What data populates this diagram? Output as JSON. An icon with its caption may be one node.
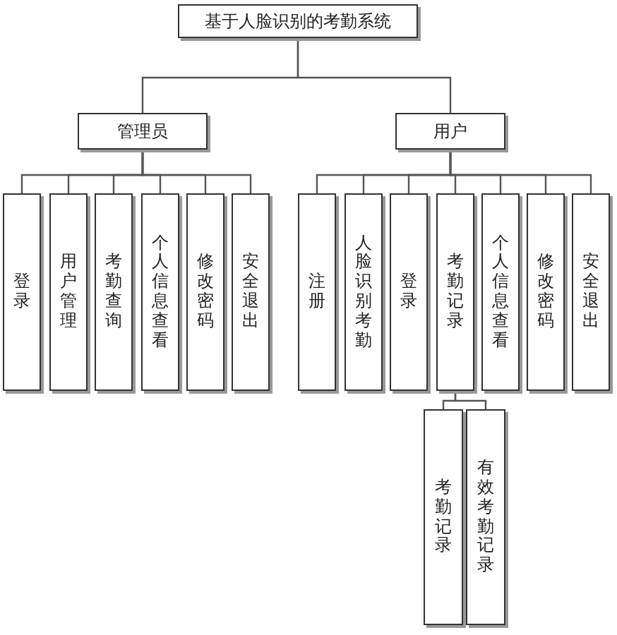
{
  "diagram": {
    "nodes": [
      {
        "text": [
          "基于人脸识别的考勤系统"
        ]
      },
      {
        "text": [
          "管理员"
        ]
      },
      {
        "text": [
          "登录"
        ]
      },
      {
        "text": [
          "用户管理"
        ]
      },
      {
        "text": [
          "考勤查询"
        ]
      },
      {
        "text": [
          "个人信息查看"
        ]
      },
      {
        "text": [
          "修改密码"
        ]
      },
      {
        "text": [
          "安全退出"
        ]
      },
      {
        "text": [
          "用户"
        ]
      },
      {
        "text": [
          "注册"
        ]
      },
      {
        "text": [
          "人脸识别考勤"
        ]
      },
      {
        "text": [
          "登录"
        ]
      },
      {
        "text": [
          "考勤记录"
        ]
      },
      {
        "text": [
          "个人信息查看"
        ]
      },
      {
        "text": [
          "修改密码"
        ]
      },
      {
        "text": [
          "安全退出"
        ]
      },
      {
        "text": [
          "考勤记录"
        ]
      },
      {
        "text": [
          "有效考勤记录"
        ]
      }
    ],
    "edges": [
      {
        "from": 0,
        "to": 1,
        "arrow": "none"
      },
      {
        "from": 0,
        "to": 8,
        "arrow": "none"
      },
      {
        "from": 1,
        "to": 2,
        "arrow": "none"
      },
      {
        "from": 1,
        "to": 3,
        "arrow": "none"
      },
      {
        "from": 1,
        "to": 4,
        "arrow": "none"
      },
      {
        "from": 1,
        "to": 5,
        "arrow": "none"
      },
      {
        "from": 1,
        "to": 6,
        "arrow": "none"
      },
      {
        "from": 1,
        "to": 7,
        "arrow": "none"
      },
      {
        "from": 8,
        "to": 9,
        "arrow": "none"
      },
      {
        "from": 8,
        "to": 10,
        "arrow": "none"
      },
      {
        "from": 8,
        "to": 11,
        "arrow": "none"
      },
      {
        "from": 8,
        "to": 12,
        "arrow": "none"
      },
      {
        "from": 8,
        "to": 13,
        "arrow": "none"
      },
      {
        "from": 8,
        "to": 14,
        "arrow": "none"
      },
      {
        "from": 8,
        "to": 15,
        "arrow": "none"
      },
      {
        "from": 12,
        "to": 16,
        "arrow": "none"
      },
      {
        "from": 12,
        "to": 17,
        "arrow": "none"
      }
    ]
  }
}
